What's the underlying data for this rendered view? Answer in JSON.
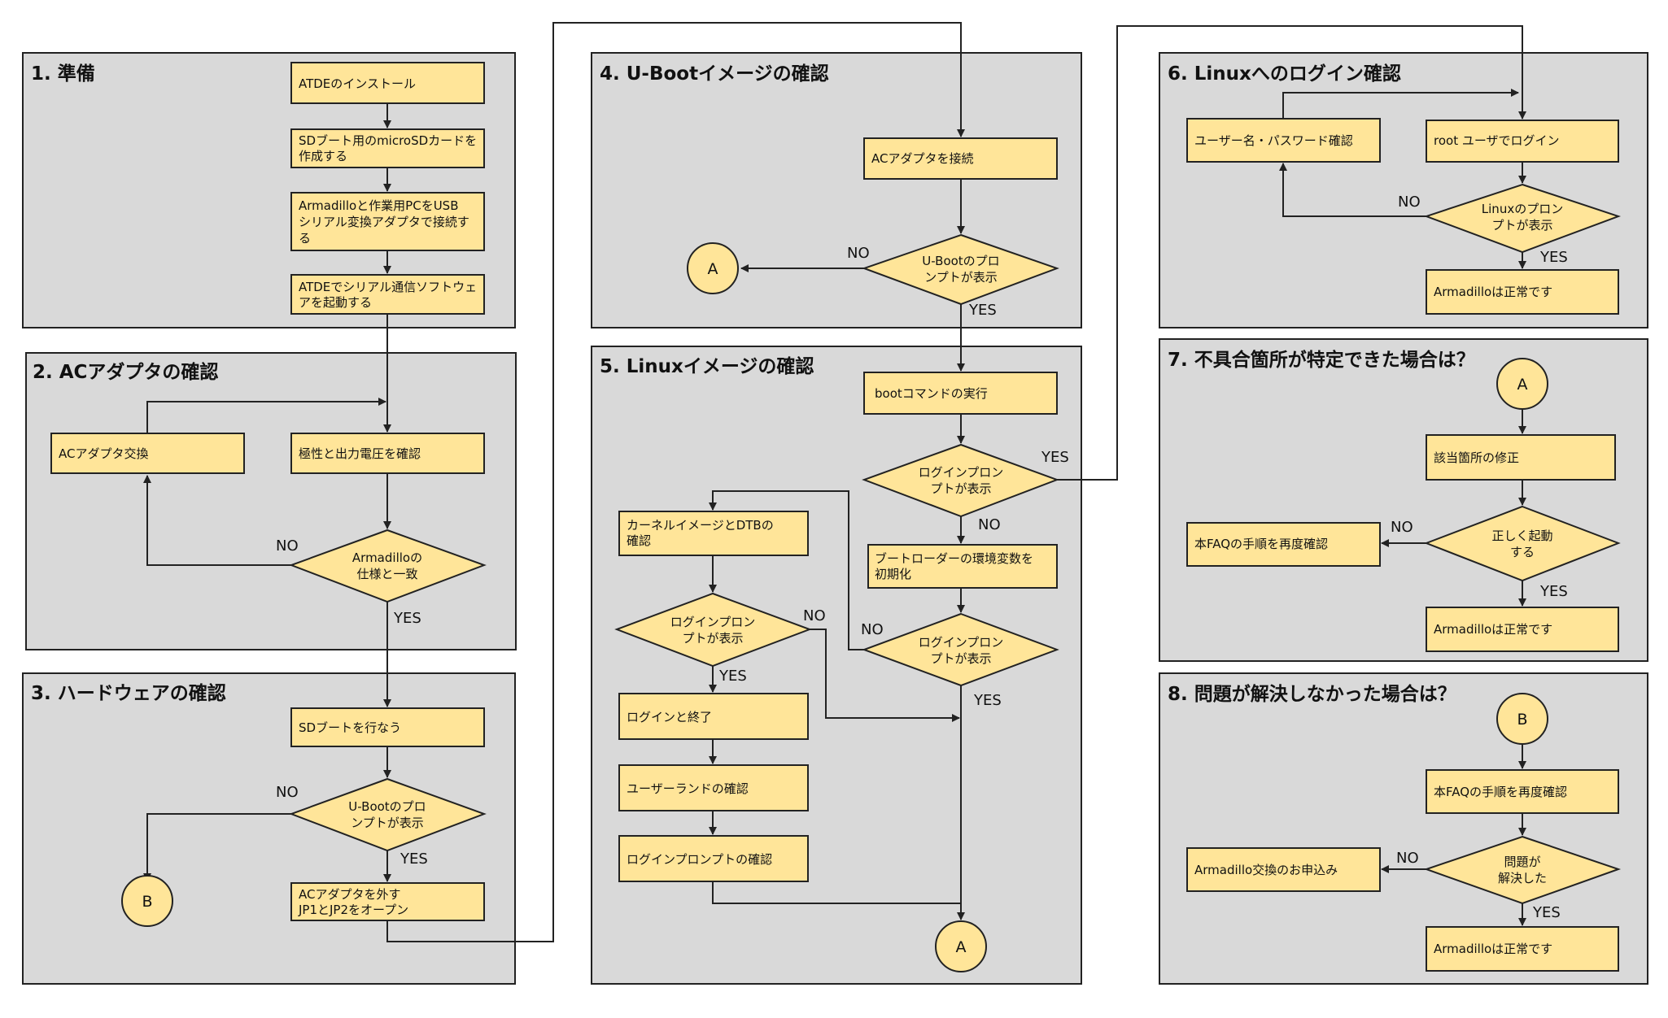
{
  "panels": {
    "p1": {
      "title": "1.  準備"
    },
    "p2": {
      "title": "2.  ACアダプタの確認"
    },
    "p3": {
      "title": "3.  ハードウェアの確認"
    },
    "p4": {
      "title": "4.  U-Bootイメージの確認"
    },
    "p5": {
      "title": "5.  Linuxイメージの確認"
    },
    "p6": {
      "title": "6.  Linuxへのログイン確認"
    },
    "p7": {
      "title": "7.  不具合箇所が特定できた場合は？"
    },
    "p8": {
      "title": "8.  問題が解決しなかった場合は？"
    }
  },
  "nodes": {
    "atde_install": {
      "lines": [
        "ATDEのインストール"
      ]
    },
    "sd_card": {
      "lines": [
        "SDブート用のmicroSDカードを",
        "作成する"
      ]
    },
    "usb_connect": {
      "lines": [
        "Armadilloと作業用PCをUSB",
        "シリアル変換アダプタで接続す",
        "る"
      ]
    },
    "serial_soft": {
      "lines": [
        "ATDEでシリアル通信ソフトウェ",
        "アを起動する"
      ]
    },
    "ac_swap": {
      "lines": [
        "ACアダプタ交換"
      ]
    },
    "polarity": {
      "lines": [
        "極性と出力電圧を確認"
      ]
    },
    "spec_match": {
      "lines": [
        "Armadilloの",
        "仕様と一致"
      ]
    },
    "sd_boot": {
      "lines": [
        "SDブートを行なう"
      ]
    },
    "uboot_prompt_3": {
      "lines": [
        "U-Bootのプロ",
        "ンプトが表示"
      ]
    },
    "jp_open": {
      "lines": [
        "ACアダプタを外す",
        "JP1とJP2をオープン"
      ]
    },
    "ac_connect": {
      "lines": [
        "ACアダプタを接続"
      ]
    },
    "uboot_prompt_4": {
      "lines": [
        "U-Bootのプロ",
        "ンプトが表示"
      ]
    },
    "boot_cmd": {
      "lines": [
        "bootコマンドの実行"
      ]
    },
    "login_prompt_a": {
      "lines": [
        "ログインプロン",
        "プトが表示"
      ]
    },
    "bootloader_init": {
      "lines": [
        "ブートローダーの環境変数を",
        "初期化"
      ]
    },
    "login_prompt_b": {
      "lines": [
        "ログインプロン",
        "プトが表示"
      ]
    },
    "kernel_check": {
      "lines": [
        "カーネルイメージとDTBの",
        "確認"
      ]
    },
    "login_prompt_c": {
      "lines": [
        "ログインプロン",
        "プトが表示"
      ]
    },
    "login_exit": {
      "lines": [
        "ログインと終了"
      ]
    },
    "userland": {
      "lines": [
        "ユーザーランドの確認"
      ]
    },
    "login_prompt_check": {
      "lines": [
        "ログインプロンプトの確認"
      ]
    },
    "user_pass": {
      "lines": [
        "ユーザー名・パスワード確認"
      ]
    },
    "root_login": {
      "lines": [
        "root ユーザでログイン"
      ]
    },
    "linux_prompt": {
      "lines": [
        "Linuxのプロン",
        "プトが表示"
      ]
    },
    "ok_6": {
      "lines": [
        "Armadilloは正常です"
      ]
    },
    "fix_part": {
      "lines": [
        "該当箇所の修正"
      ]
    },
    "boot_ok": {
      "lines": [
        "正しく起動",
        "する"
      ]
    },
    "recheck_7": {
      "lines": [
        "本FAQの手順を再度確認"
      ]
    },
    "ok_7": {
      "lines": [
        "Armadilloは正常です"
      ]
    },
    "recheck_8": {
      "lines": [
        "本FAQの手順を再度確認"
      ]
    },
    "solved": {
      "lines": [
        "問題が",
        "解決した"
      ]
    },
    "exchange": {
      "lines": [
        "Armadillo交換のお申込み"
      ]
    },
    "ok_8": {
      "lines": [
        "Armadilloは正常です"
      ]
    }
  },
  "connectors": {
    "a4": "A",
    "b3": "B",
    "a5": "A",
    "a7": "A",
    "b8": "B"
  },
  "labels": {
    "no": "NO",
    "yes": "YES"
  },
  "colors": {
    "panel_fill": "#d9d9d9",
    "box_fill": "#ffe599",
    "stroke": "#222222"
  }
}
